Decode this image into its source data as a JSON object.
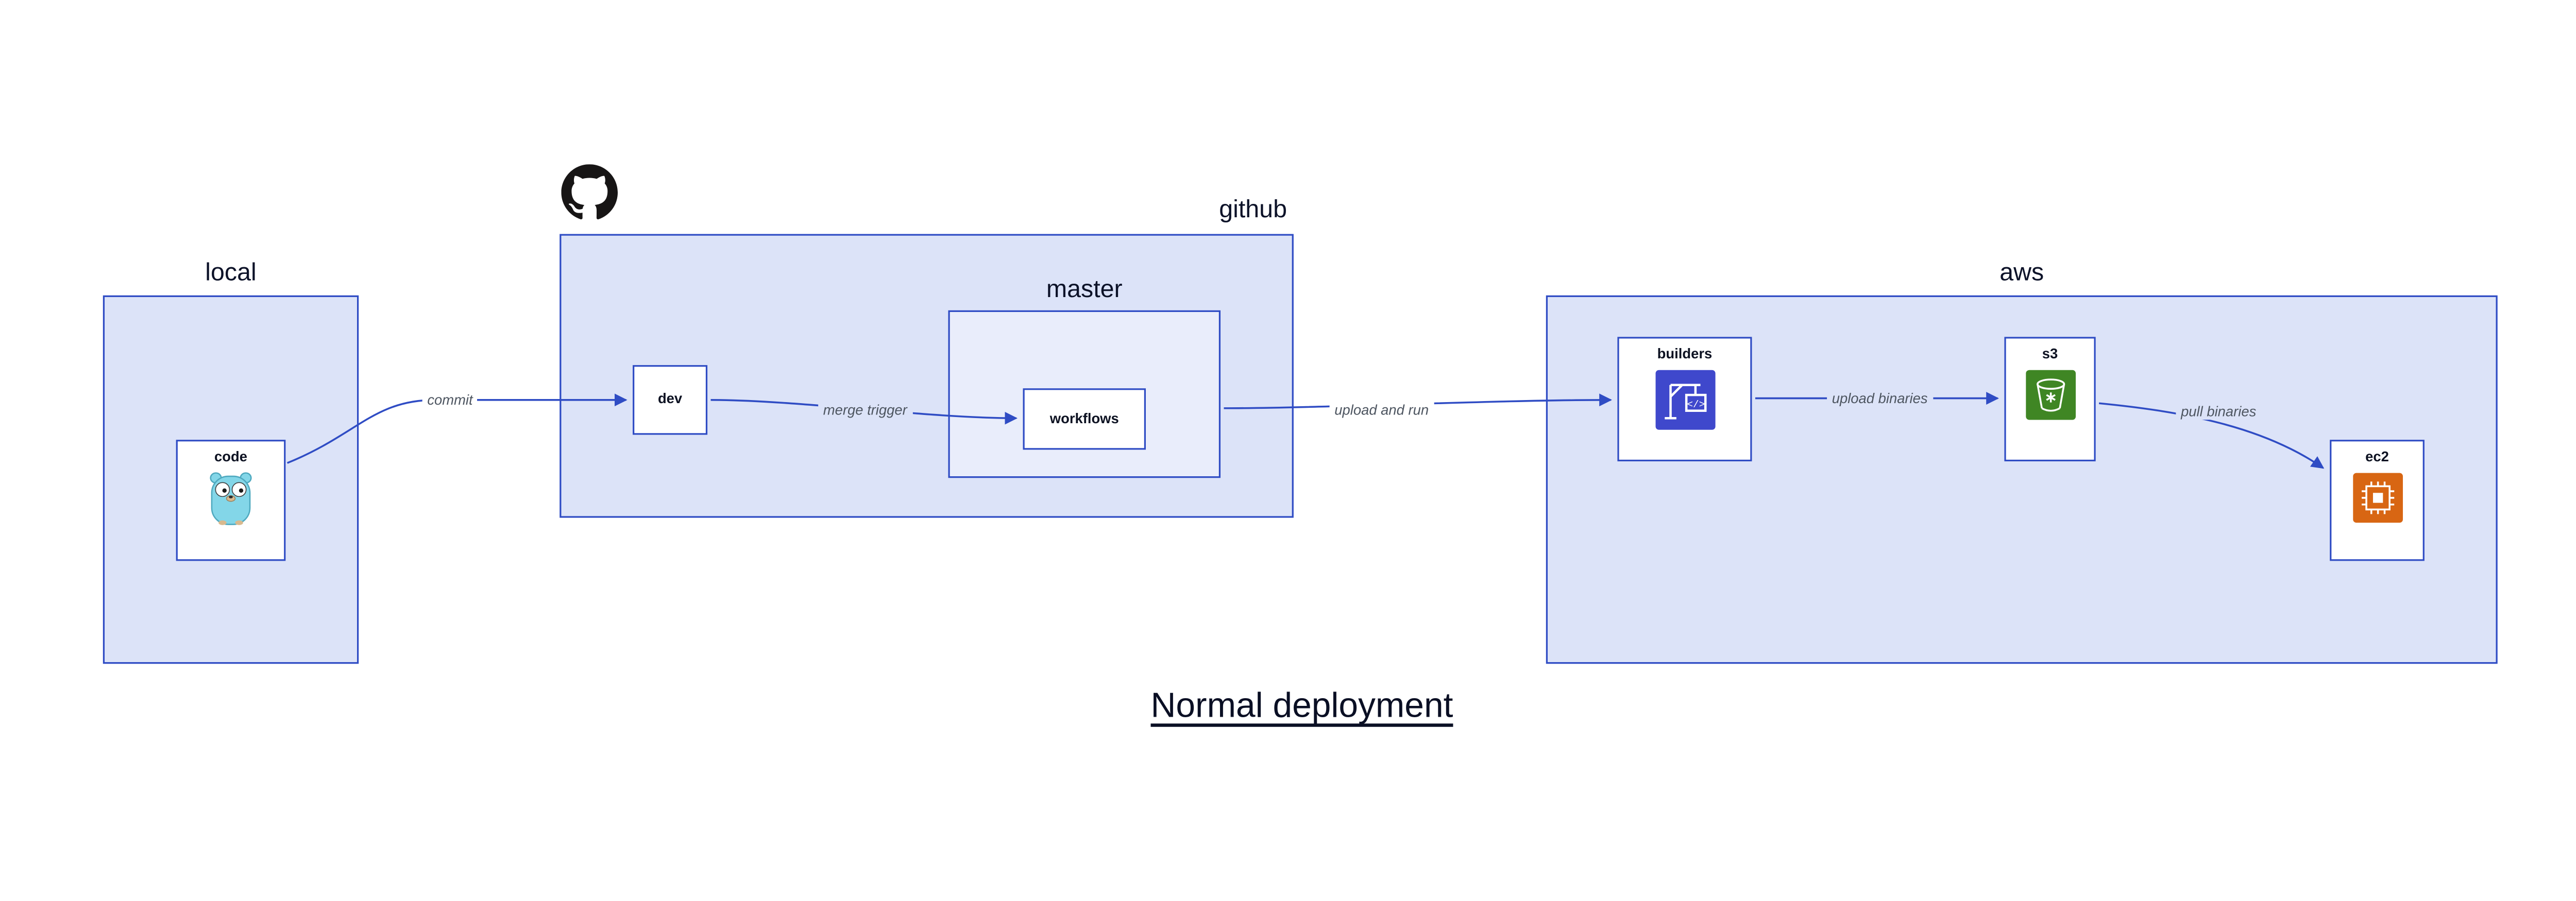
{
  "diagram": {
    "title": "Normal deployment"
  },
  "containers": {
    "local": "local",
    "github": "github",
    "master": "master",
    "aws": "aws"
  },
  "nodes": {
    "code": "code",
    "dev": "dev",
    "workflows": "workflows",
    "builders": "builders",
    "s3": "s3",
    "ec2": "ec2"
  },
  "edges": {
    "commit": "commit",
    "merge_trigger": "merge trigger",
    "upload_and_run": "upload and run",
    "upload_binaries": "upload binaries",
    "pull_binaries": "pull binaries"
  },
  "icons": {
    "github": "github-octocat-icon",
    "code": "go-gopher-icon",
    "builders": "aws-codebuild-icon",
    "s3": "aws-s3-icon",
    "ec2": "aws-ec2-icon"
  },
  "colors": {
    "container_fill": "#dce3f8",
    "nested_container_fill": "#e9edfb",
    "border_blue": "#2f4cc4",
    "edge_blue": "#2f4cc4",
    "edge_label_gray": "#4d5560",
    "node_label_dark": "#0d1222",
    "codebuild_indigo": "#3f48cc",
    "s3_green": "#3f8624",
    "ec2_orange": "#d86613",
    "gopher_cyan": "#83d6e8",
    "github_black": "#171515"
  }
}
